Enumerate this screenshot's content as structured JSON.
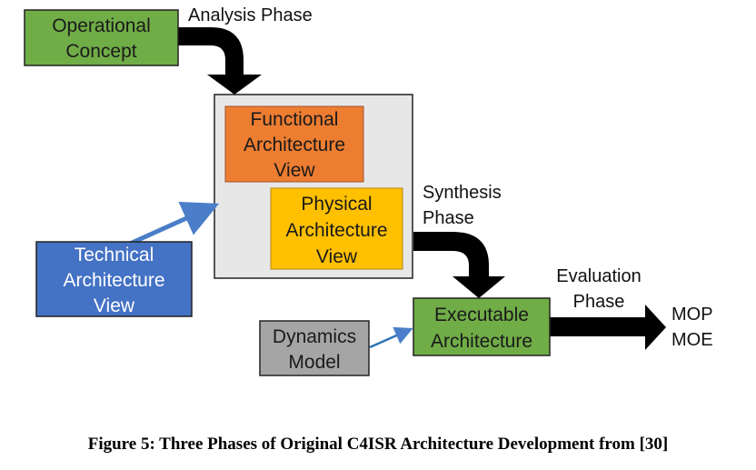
{
  "colors": {
    "green": "#70ad47",
    "orange": "#ed7d31",
    "yellow": "#ffc000",
    "blue": "#4472c4",
    "gray": "#a5a5a5",
    "container": "#e7e7e7",
    "arrow_black": "#000000",
    "arrow_blue": "#4a7ec8"
  },
  "boxes": {
    "operational_concept": [
      "Operational",
      "Concept"
    ],
    "functional_view": [
      "Functional",
      "Architecture",
      "View"
    ],
    "physical_view": [
      "Physical",
      "Architecture",
      "View"
    ],
    "technical_view": [
      "Technical",
      "Architecture",
      "View"
    ],
    "dynamics_model": [
      "Dynamics",
      "Model"
    ],
    "executable_architecture": [
      "Executable",
      "Architecture"
    ]
  },
  "phases": {
    "analysis": [
      "Analysis Phase"
    ],
    "synthesis": [
      "Synthesis",
      "Phase"
    ],
    "evaluation": [
      "Evaluation",
      "Phase"
    ]
  },
  "outputs": [
    "MOP",
    "MOE"
  ],
  "caption": "Figure 5: Three Phases of Original C4ISR Architecture Development from [30]"
}
